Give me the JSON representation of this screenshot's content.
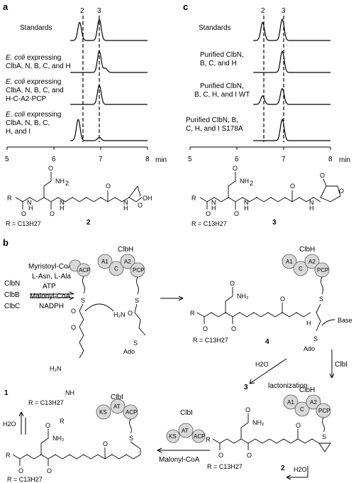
{
  "panel_a": {
    "letter": "a",
    "peak_labels": [
      "2",
      "3"
    ],
    "traces": [
      {
        "line1": "Standards",
        "line2": "",
        "line3": "",
        "italic_prefix": ""
      },
      {
        "line1": "E. coli expressing",
        "line2": "ClbA, N, B, C, and H",
        "line3": "",
        "italic_prefix": "E. coli"
      },
      {
        "line1": "E. coli expressing",
        "line2": "ClbA, N, B, C, and",
        "line3": "H-C-A2-PCP",
        "italic_prefix": "E. coli"
      },
      {
        "line1": "E. coli expressing",
        "line2": "ClbA, N, B, C,",
        "line3": "H, and I",
        "italic_prefix": "E. coli"
      }
    ],
    "x_ticks": [
      "5",
      "6",
      "7",
      "8"
    ],
    "x_unit": "min",
    "compound_label": "2",
    "r_group": "R = C13H27"
  },
  "panel_c": {
    "letter": "c",
    "peak_labels": [
      "2",
      "3"
    ],
    "traces": [
      {
        "line1": "Standards",
        "line2": "",
        "line3": ""
      },
      {
        "line1": "Purified ClbN,",
        "line2": "B, C, and H",
        "line3": ""
      },
      {
        "line1": "Purified ClbN,",
        "line2": "B, C, H, and I WT",
        "line3": ""
      },
      {
        "line1": "Purified ClbN, B,",
        "line2": "C, H, and I S178A",
        "line3": ""
      }
    ],
    "x_ticks": [
      "5",
      "6",
      "7",
      "8"
    ],
    "x_unit": "min",
    "compound_label": "3",
    "r_group": "R = C13H27"
  },
  "panel_b": {
    "letter": "b",
    "enzymes": [
      "ClbN",
      "ClbB",
      "ClbC"
    ],
    "substrates": [
      "Myristoyl-CoA",
      "L-Asn, L-Ala",
      "ATP",
      "Malonyl-CoA",
      "NADPH"
    ],
    "clbh_label": "ClbH",
    "clbi_label": "ClbI",
    "domains": {
      "a1": "A1",
      "c": "C",
      "a2": "A2",
      "pcp": "PCP",
      "acp": "ACP",
      "ks": "KS",
      "at": "AT"
    },
    "compound_4": "4",
    "compound_3": "3",
    "compound_2": "2",
    "compound_1": "1",
    "water": "H2O",
    "lactonization": "lactonization",
    "malonyl_coa": "Malonyl-CoA",
    "base": "Base",
    "ado": "Ado",
    "r_group": "R = C13H27"
  },
  "chart_data": [
    {
      "type": "line",
      "title": "",
      "xlabel": "min",
      "ylabel": "",
      "xlim": [
        5,
        8
      ],
      "x_ticks": [
        5,
        6,
        7,
        8
      ],
      "series": [
        {
          "name": "Standards",
          "peaks": [
            {
              "x": 6.55,
              "height": 0.85
            },
            {
              "x": 6.97,
              "height": 1.0
            }
          ]
        },
        {
          "name": "E. coli expressing ClbA, N, B, C, and H",
          "peaks": [
            {
              "x": 6.97,
              "height": 1.0
            },
            {
              "x": 7.1,
              "height": 0.2
            }
          ]
        },
        {
          "name": "E. coli expressing ClbA, N, B, C, and H-C-A2-PCP",
          "peaks": [
            {
              "x": 6.97,
              "height": 0.9
            }
          ]
        },
        {
          "name": "E. coli expressing ClbA, N, B, C, H, and I",
          "peaks": [
            {
              "x": 6.52,
              "height": 1.0
            },
            {
              "x": 6.97,
              "height": 0.15
            }
          ]
        }
      ]
    },
    {
      "type": "line",
      "title": "",
      "xlabel": "min",
      "ylabel": "",
      "xlim": [
        5,
        8
      ],
      "x_ticks": [
        5,
        6,
        7,
        8
      ],
      "series": [
        {
          "name": "Standards",
          "peaks": [
            {
              "x": 6.55,
              "height": 0.85
            },
            {
              "x": 6.97,
              "height": 1.0
            }
          ]
        },
        {
          "name": "Purified ClbN, B, C, and H",
          "peaks": [
            {
              "x": 6.97,
              "height": 1.0
            }
          ]
        },
        {
          "name": "Purified ClbN, B, C, H, and I WT",
          "peaks": [
            {
              "x": 6.55,
              "height": 0.4
            },
            {
              "x": 6.97,
              "height": 0.75
            }
          ]
        },
        {
          "name": "Purified ClbN, B, C, H, and I S178A",
          "peaks": [
            {
              "x": 6.97,
              "height": 1.0
            }
          ]
        }
      ]
    }
  ]
}
